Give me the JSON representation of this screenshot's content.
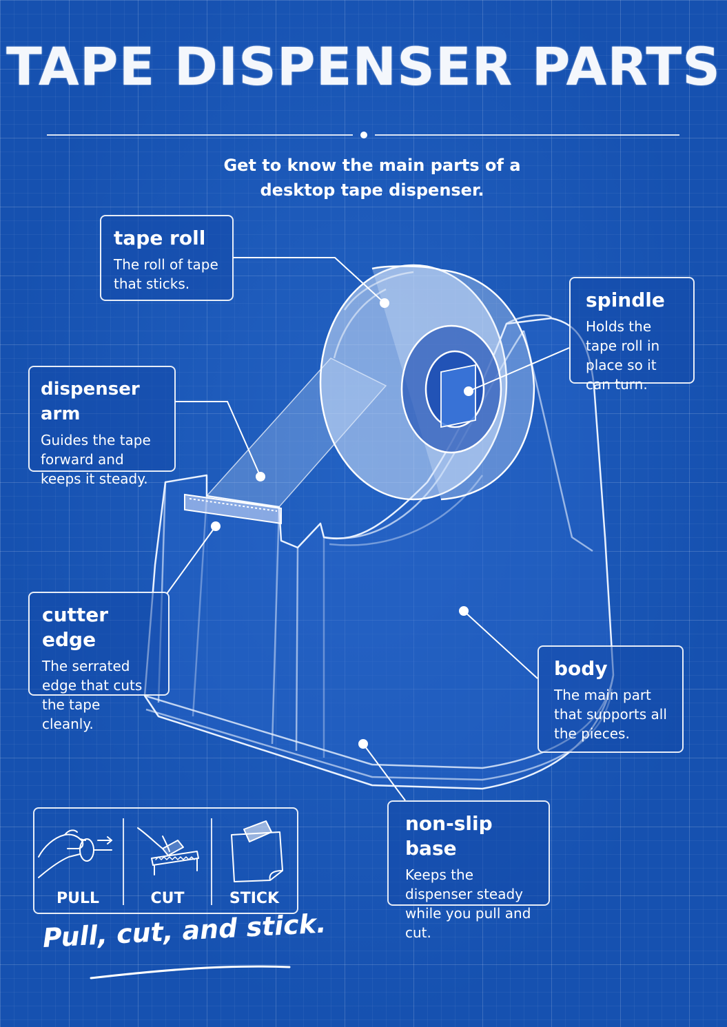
{
  "title": "TAPE DISPENSER PARTS",
  "subtitle": "Get to know the main parts of a desktop tape dispenser.",
  "callouts": {
    "tape_roll": {
      "head": "tape roll",
      "body": "The roll of tape that sticks."
    },
    "spindle": {
      "head": "spindle",
      "body": "Holds the tape roll in place so it can turn."
    },
    "dispenser_arm": {
      "head": "dispenser arm",
      "body": "Guides the tape forward and keeps it steady."
    },
    "cutter_edge": {
      "head": "cutter edge",
      "body": "The serrated edge that cuts the tape cleanly."
    },
    "body": {
      "head": "body",
      "body": "The main part that supports all the pieces."
    },
    "non_slip_base": {
      "head": "non-slip base",
      "body": "Keeps the dispenser steady while you pull and cut."
    }
  },
  "steps": [
    {
      "label": "PULL",
      "icon": "hand-pulling-tape-icon"
    },
    {
      "label": "CUT",
      "icon": "tape-cutter-icon"
    },
    {
      "label": "STICK",
      "icon": "sticky-note-icon"
    }
  ],
  "tagline": "Pull, cut, and stick.",
  "colors": {
    "background": "#1651b0",
    "line": "#ffffff"
  }
}
